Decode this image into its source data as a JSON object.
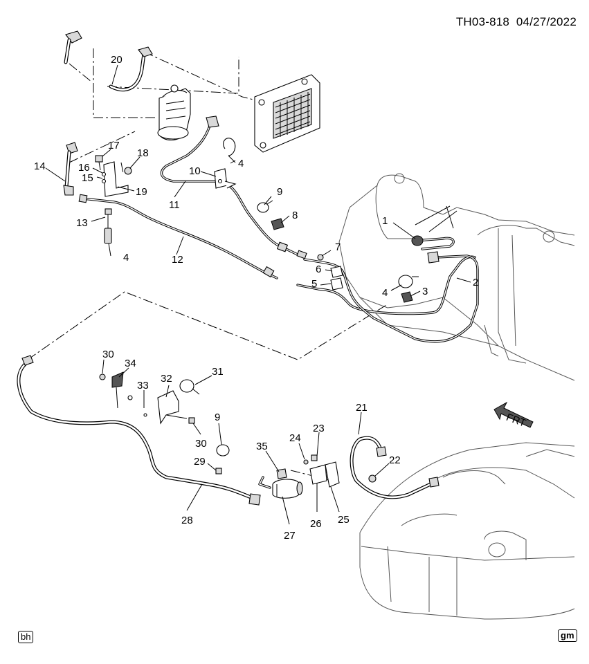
{
  "header": {
    "code": "TH03-818",
    "date": "04/27/2022"
  },
  "badges": {
    "left": "bh",
    "right": "gm"
  },
  "front_arrow_label": "FRT",
  "callouts": [
    {
      "id": "c1",
      "text": "1"
    },
    {
      "id": "c2",
      "text": "2"
    },
    {
      "id": "c3",
      "text": "3"
    },
    {
      "id": "c4a",
      "text": "4"
    },
    {
      "id": "c4b",
      "text": "4"
    },
    {
      "id": "c4c",
      "text": "4"
    },
    {
      "id": "c5",
      "text": "5"
    },
    {
      "id": "c6",
      "text": "6"
    },
    {
      "id": "c7",
      "text": "7"
    },
    {
      "id": "c8",
      "text": "8"
    },
    {
      "id": "c9a",
      "text": "9"
    },
    {
      "id": "c9b",
      "text": "9"
    },
    {
      "id": "c10",
      "text": "10"
    },
    {
      "id": "c11",
      "text": "11"
    },
    {
      "id": "c12",
      "text": "12"
    },
    {
      "id": "c13",
      "text": "13"
    },
    {
      "id": "c14",
      "text": "14"
    },
    {
      "id": "c15",
      "text": "15"
    },
    {
      "id": "c16",
      "text": "16"
    },
    {
      "id": "c17",
      "text": "17"
    },
    {
      "id": "c18",
      "text": "18"
    },
    {
      "id": "c19",
      "text": "19"
    },
    {
      "id": "c20",
      "text": "20"
    },
    {
      "id": "c21",
      "text": "21"
    },
    {
      "id": "c22",
      "text": "22"
    },
    {
      "id": "c23",
      "text": "23"
    },
    {
      "id": "c24",
      "text": "24"
    },
    {
      "id": "c25",
      "text": "25"
    },
    {
      "id": "c26",
      "text": "26"
    },
    {
      "id": "c27",
      "text": "27"
    },
    {
      "id": "c28",
      "text": "28"
    },
    {
      "id": "c29",
      "text": "29"
    },
    {
      "id": "c30a",
      "text": "30"
    },
    {
      "id": "c30b",
      "text": "30"
    },
    {
      "id": "c31",
      "text": "31"
    },
    {
      "id": "c32",
      "text": "32"
    },
    {
      "id": "c33",
      "text": "33"
    },
    {
      "id": "c34",
      "text": "34"
    },
    {
      "id": "c35",
      "text": "35"
    }
  ]
}
